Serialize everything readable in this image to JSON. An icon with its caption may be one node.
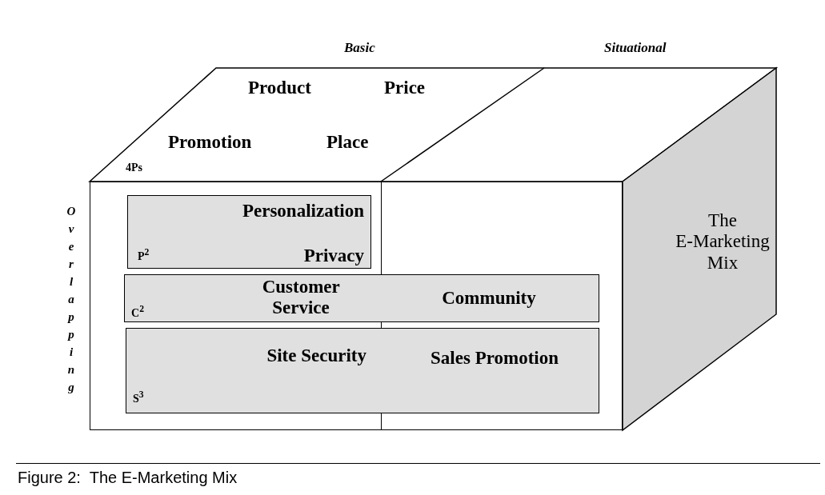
{
  "diagram": {
    "caption": "Figure 2:  The E-Marketing Mix",
    "nodes": [
      {
        "text": [
          "Product",
          "Price",
          "Promotion",
          "Place",
          "4Ps"
        ]
      },
      {
        "text": [],
        "shape": "box"
      },
      {
        "text": [
          "The E-Marketing Mix"
        ]
      },
      {
        "text": [
          "Personalization",
          "P$^{2}$",
          "Privacy"
        ],
        "in": 1
      },
      {
        "text": [
          "Customer Service",
          "Community",
          "C$^{2}$"
        ],
        "in": 1
      },
      {
        "text": [
          "Site Security",
          "Sales Promotion",
          "S$^{3}$"
        ],
        "in": 1
      }
    ],
    "labels": [
      "Basic",
      "Situational",
      "Overlapping"
    ]
  }
}
